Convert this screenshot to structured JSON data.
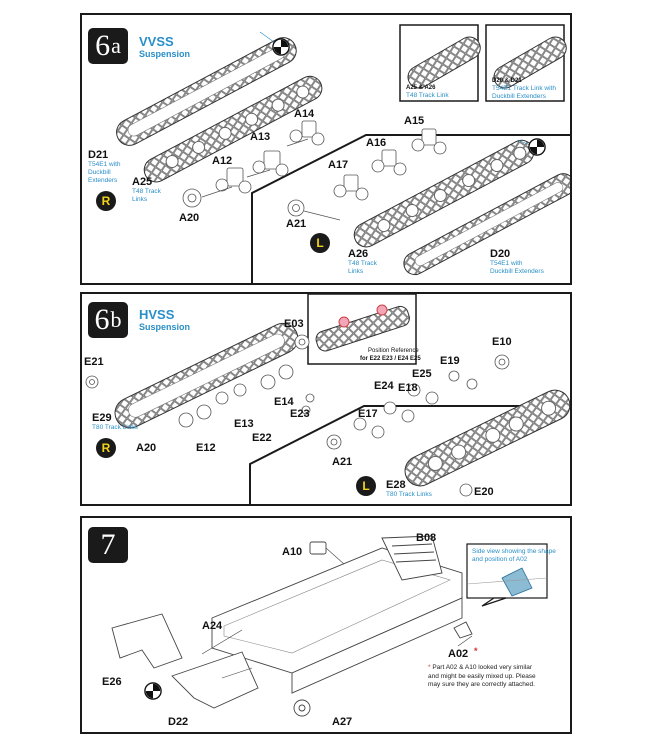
{
  "steps": [
    {
      "number": "6",
      "sub": "a",
      "title": "VVSS",
      "subtitle": "Suspension",
      "labels": {
        "d21": "D21",
        "d21_desc": "T54E1 with\nDuckbill\nExtenders",
        "a25": "A25",
        "a25_desc": "T48 Track\nLinks",
        "a20": "A20",
        "a12": "A12",
        "a13": "A13",
        "a14": "A14",
        "a15": "A15",
        "a16": "A16",
        "a17": "A17",
        "a21": "A21",
        "a26": "A26",
        "a26_desc": "T48 Track\nLinks",
        "d20": "D20",
        "d20_desc": "T54E1 with\nDuckbill Extenders"
      },
      "insets": [
        {
          "title": "A25 & A26",
          "desc": "T48 Track Link"
        },
        {
          "title": "D20 & D21",
          "desc": "T54E1 Track Link with\nDuckbill Extenders"
        }
      ],
      "side_badges": [
        "R",
        "L"
      ]
    },
    {
      "number": "6",
      "sub": "b",
      "title": "HVSS",
      "subtitle": "Suspension",
      "labels": {
        "e03": "E03",
        "e21": "E21",
        "e29": "E29",
        "e29_desc": "T80 Track Links",
        "a20": "A20",
        "e12": "E12",
        "e13": "E13",
        "e14": "E14",
        "e22": "E22",
        "e23": "E23",
        "e10": "E10",
        "e19": "E19",
        "e25": "E25",
        "e24": "E24",
        "e18": "E18",
        "e17": "E17",
        "a21": "A21",
        "e28": "E28",
        "e28_desc": "T80 Track Links",
        "e20": "E20"
      },
      "inset": {
        "line1": "Position Reference",
        "line2": "for E22 E23 / E24 E25"
      },
      "side_badges": [
        "R",
        "L"
      ]
    },
    {
      "number": "7",
      "labels": {
        "a10": "A10",
        "b08": "B08",
        "a24": "A24",
        "a02": "A02",
        "e26": "E26",
        "d22": "D22",
        "a27": "A27"
      },
      "inset_desc": "Side view showing the shape\nand position of A02",
      "note": "Part A02 & A10 looked very similar\nand might be easily mixed up.  Please\nmay sure they are correctly attached."
    }
  ],
  "colors": {
    "accent": "#2a8fc8",
    "badge": "#1a1a1a",
    "badge_letter": "#f3d31a",
    "note_star": "#d83030"
  }
}
